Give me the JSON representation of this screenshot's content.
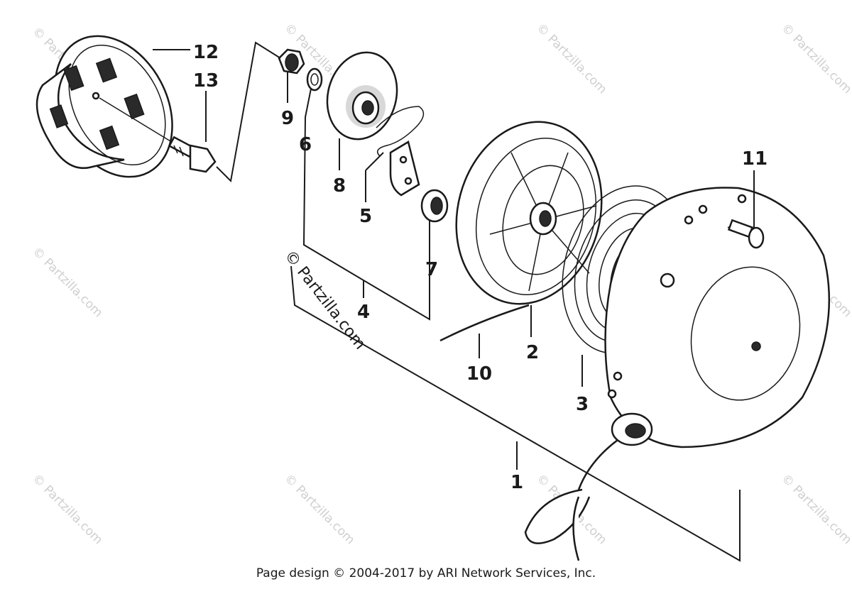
{
  "watermark": "© Partzilla.com",
  "callouts": {
    "c1": "1",
    "c2": "2",
    "c3": "3",
    "c4": "4",
    "c5": "5",
    "c6": "6",
    "c7": "7",
    "c8": "8",
    "c9": "9",
    "c10": "10",
    "c11": "11",
    "c12": "12",
    "c13": "13"
  },
  "footer": "Page design © 2004-2017 by ARI Network Services, Inc."
}
